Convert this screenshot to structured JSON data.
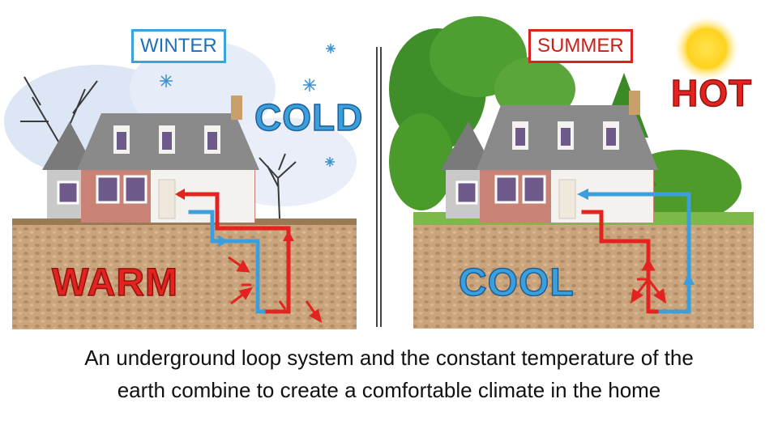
{
  "labels": {
    "winter": "WINTER",
    "summer": "SUMMER",
    "cold": "COLD",
    "hot": "HOT",
    "warm": "WARM",
    "cool": "COOL"
  },
  "caption": {
    "line1": "An underground loop system and the constant temperature of the",
    "line2": "earth combine to create a comfortable climate in the home"
  },
  "colors": {
    "heat": "#e2231f",
    "cool": "#3a9fdc",
    "soil": "#c9a47c",
    "grass": "#4e9a2a"
  },
  "icons": [
    "snowflake-icon",
    "sun-icon",
    "house-icon",
    "tree-icon"
  ]
}
